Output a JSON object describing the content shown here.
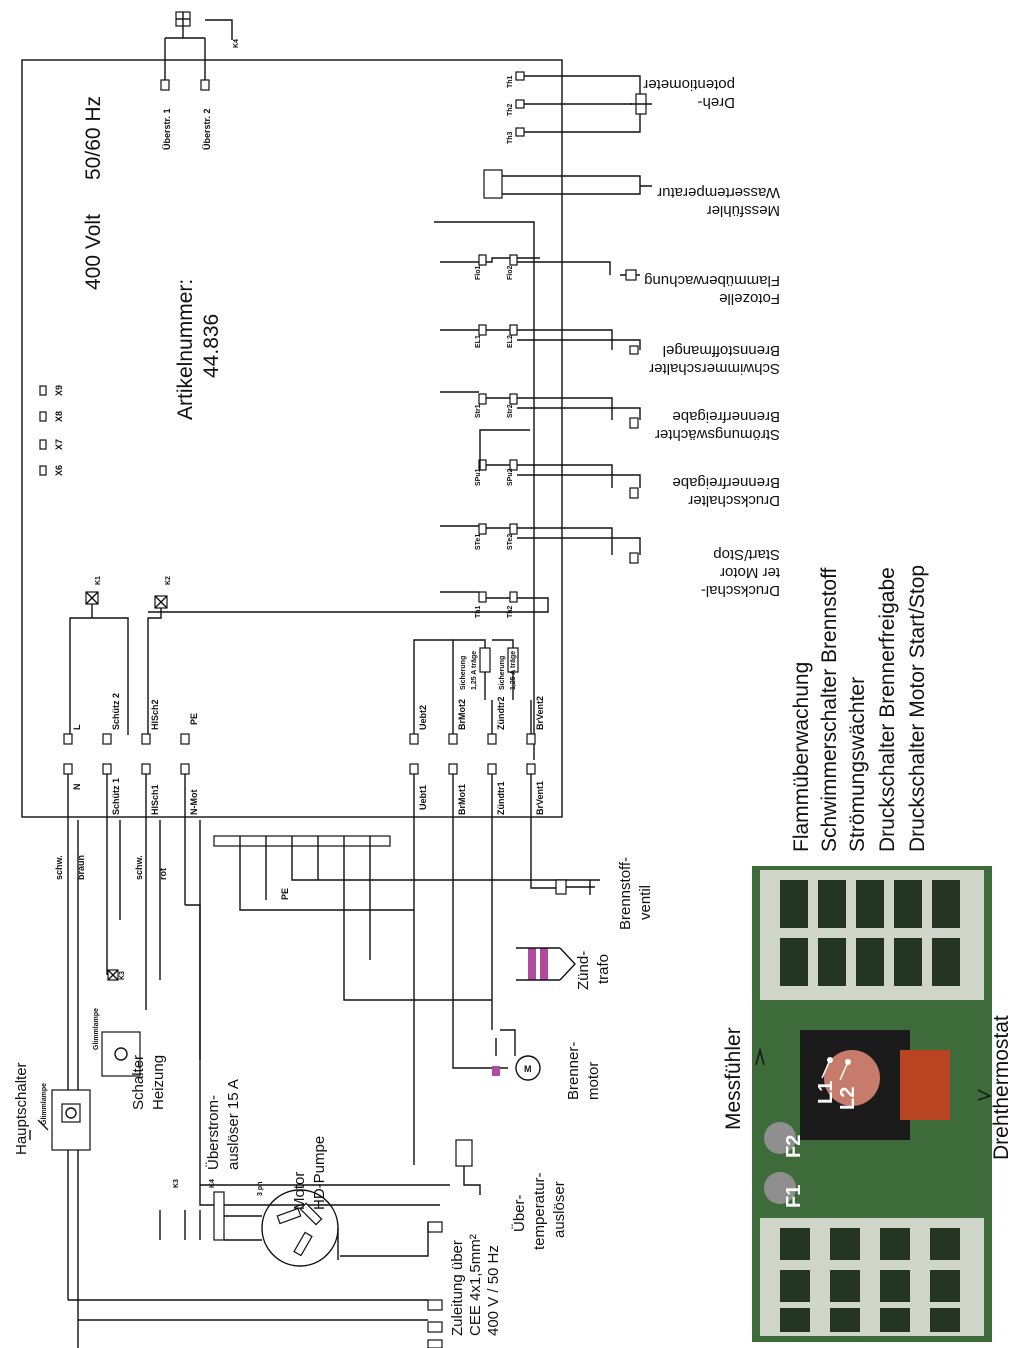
{
  "voltage_label": "400  Volt",
  "frequency_label": "50/60  Hz",
  "article": {
    "label": "Artikelnummer:",
    "number": "44.836"
  },
  "top_terminals": {
    "uberstr1": "Überstr. 1",
    "uberstr2": "Überstr. 2",
    "k4": "K4"
  },
  "x_terminals": [
    "X6",
    "X7",
    "X8",
    "X9"
  ],
  "right_components": {
    "potentiometer": [
      "Dreh-",
      "potentiometer"
    ],
    "wassertemperatur": [
      "Messfühler",
      "Wassertemperatur"
    ],
    "flamm": [
      "Fotozelle",
      "Flammüberwachung"
    ],
    "schwimmer": [
      "Schwimmerschalter",
      "Brennstoffmangel"
    ],
    "stroemung": [
      "Strömungswächter",
      "Brennerfreigabe"
    ],
    "druck_freigabe": [
      "Druckschalter",
      "Brennerfreigabe"
    ],
    "druck_motor": [
      "Druckschal-",
      "ter Motor",
      "Start/Stop"
    ]
  },
  "left_components": {
    "hauptschalter": "Hauptschalter",
    "schalter_heizung": [
      "Schalter",
      "Heizung"
    ],
    "ueberstrom": [
      "Überstrom-",
      "auslöser 15 A"
    ],
    "motor_pumpe": [
      "Motor",
      "HD-Pumpe"
    ],
    "zuleitung": [
      "Zuleitung über",
      "CEE 4x1,5mm²",
      "400 V / 50 Hz"
    ],
    "uebertemp": [
      "Über-",
      "temperatur-",
      "auslöser"
    ],
    "brennermotor": [
      "Brenner-",
      "motor"
    ],
    "zuendtrafo": [
      "Zünd-",
      "trafo"
    ],
    "brennstoffventil": [
      "Brennstoff-",
      "ventil"
    ]
  },
  "wire_labels": [
    "schw.",
    "braun",
    "schw.",
    "rot"
  ],
  "terminal_labels": [
    "N",
    "L",
    "Schütz 1",
    "Schütz 2",
    "HlSch1",
    "HlSch2",
    "N-Mot",
    "PE",
    "Uebt1",
    "Uebt2",
    "BrMot1",
    "BrMot2",
    "Zündtr1",
    "Zündtr2",
    "BrVent1",
    "BrVent2",
    "Th1",
    "Th2",
    "STe1",
    "STe2",
    "SPu1",
    "SPu2",
    "Str1",
    "Str2",
    "EL1",
    "EL2",
    "Flo1",
    "Flo2",
    "Th1",
    "Th2",
    "Th3",
    "K1",
    "K2",
    "K3",
    "K4"
  ],
  "fuse_labels": [
    "Sicherung",
    "1,25 A träge"
  ],
  "photo_legend": [
    "Flammüberwachung",
    "Schwimmerschalter  Brennstoff",
    "Strömungswächter",
    "Druckschalter  Brennerfreigabe",
    "Druckschalter Motor Start/Stop"
  ],
  "photo_labels": {
    "messfuehler": "Messfühler",
    "drehthermostat": "Drehthermostat",
    "f1": "F1",
    "f2": "F2",
    "l1": "L1",
    "l2": "L2"
  },
  "misc": {
    "glimmlampe": "Glimmlampe",
    "ph": "3 ph",
    "pe": "PE"
  }
}
